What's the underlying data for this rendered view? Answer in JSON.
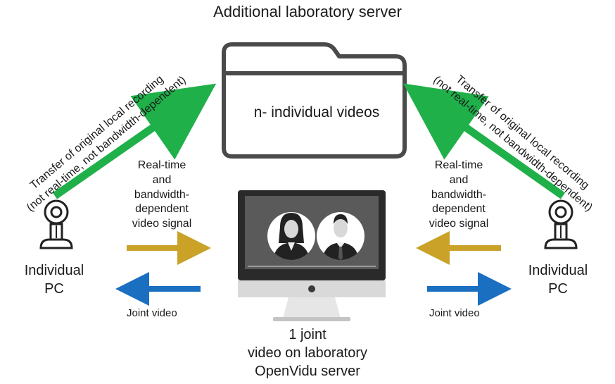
{
  "server": {
    "title": "Additional laboratory server",
    "folder_label": "n- individual videos"
  },
  "left": {
    "transfer_line1": "Transfer of original local recording",
    "transfer_line2": "(not real-time, not bandwidth-dependent)",
    "realtime_lines": [
      "Real-time",
      "and",
      "bandwidth-",
      "dependent",
      "video signal"
    ],
    "pc_lines": [
      "Individual",
      "PC"
    ],
    "joint_video": "Joint video"
  },
  "right": {
    "transfer_line1": "Transfer of original local recording",
    "transfer_line2": "(not real-time, not bandwidth-dependent)",
    "realtime_lines": [
      "Real-time",
      "and",
      "bandwidth-",
      "dependent",
      "video signal"
    ],
    "pc_lines": [
      "Individual",
      "PC"
    ],
    "joint_video": "Joint video"
  },
  "monitor": {
    "label_lines": [
      "1 joint",
      "video on laboratory",
      "OpenVidu server"
    ]
  },
  "colors": {
    "green_arrow": "#1fb04a",
    "gold_arrow": "#c9a227",
    "blue_arrow": "#1a6fc1",
    "folder_stroke": "#4a4a4a",
    "screen": "#5a5a5a"
  },
  "icons": {
    "folder": "folder-icon",
    "webcam": "webcam-icon",
    "monitor": "monitor-icon",
    "person_female": "person-female-icon",
    "person_male": "person-male-icon"
  }
}
